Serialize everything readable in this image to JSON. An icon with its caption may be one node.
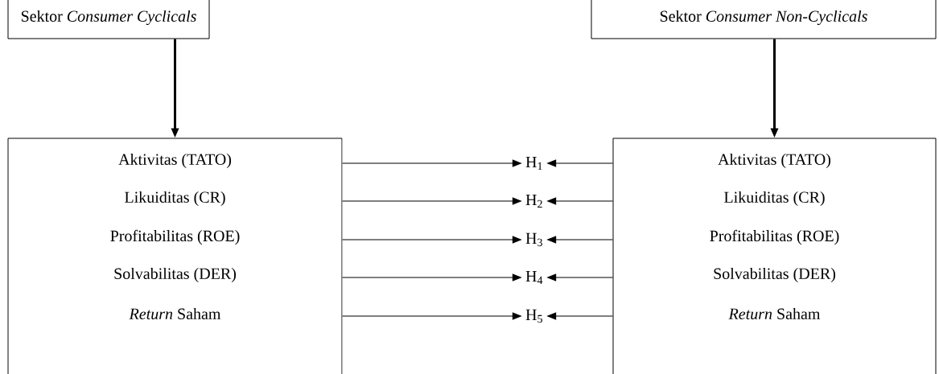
{
  "diagram": {
    "nodes": [
      {
        "text": [
          "Sektor *Consumer Cyclicals*"
        ]
      },
      {
        "text": [
          "Sektor *Consumer Non-Cyclicals*"
        ]
      },
      {
        "text": [],
        "shape": "box"
      },
      {
        "text": [
          "Aktivitas (TATO)"
        ],
        "in": 2
      },
      {
        "text": [
          "Likuiditas (CR)"
        ],
        "in": 2
      },
      {
        "text": [
          "Profitabilitas (ROE)"
        ],
        "in": 2
      },
      {
        "text": [
          "Solvabilitas (DER)"
        ],
        "in": 2
      },
      {
        "text": [
          "*Return* Saham"
        ],
        "in": 2
      },
      {
        "text": [],
        "shape": "box"
      },
      {
        "text": [
          "Aktivitas (TATO)"
        ],
        "in": 8
      },
      {
        "text": [
          "Likuiditas (CR)"
        ],
        "in": 8
      },
      {
        "text": [
          "Profitabilitas (ROE)"
        ],
        "in": 8
      },
      {
        "text": [
          "Solvabilitas (DER)"
        ],
        "in": 8
      },
      {
        "text": [
          "*Return* Saham"
        ],
        "in": 8
      },
      {
        "text": [
          "H$_{1}$"
        ]
      },
      {
        "text": [
          "H$_{2}$"
        ]
      },
      {
        "text": [
          "H$_{3}$"
        ]
      },
      {
        "text": [
          "H$_{4}$"
        ]
      },
      {
        "text": [
          "H$_{5}$"
        ]
      }
    ],
    "edges": [
      {
        "from": 0,
        "to": 2,
        "arrow": "to",
        "style": "thick"
      },
      {
        "from": 1,
        "to": 8,
        "arrow": "to",
        "style": "thick"
      },
      {
        "from": 2,
        "to": 14,
        "arrow": "to"
      },
      {
        "from": 8,
        "to": 14,
        "arrow": "to"
      },
      {
        "from": 2,
        "to": 15,
        "arrow": "to"
      },
      {
        "from": 8,
        "to": 15,
        "arrow": "to"
      },
      {
        "from": 2,
        "to": 16,
        "arrow": "to"
      },
      {
        "from": 8,
        "to": 16,
        "arrow": "to"
      },
      {
        "from": 2,
        "to": 17,
        "arrow": "to"
      },
      {
        "from": 8,
        "to": 17,
        "arrow": "to"
      },
      {
        "from": 2,
        "to": 18,
        "arrow": "to"
      },
      {
        "from": 8,
        "to": 18,
        "arrow": "to"
      }
    ]
  }
}
